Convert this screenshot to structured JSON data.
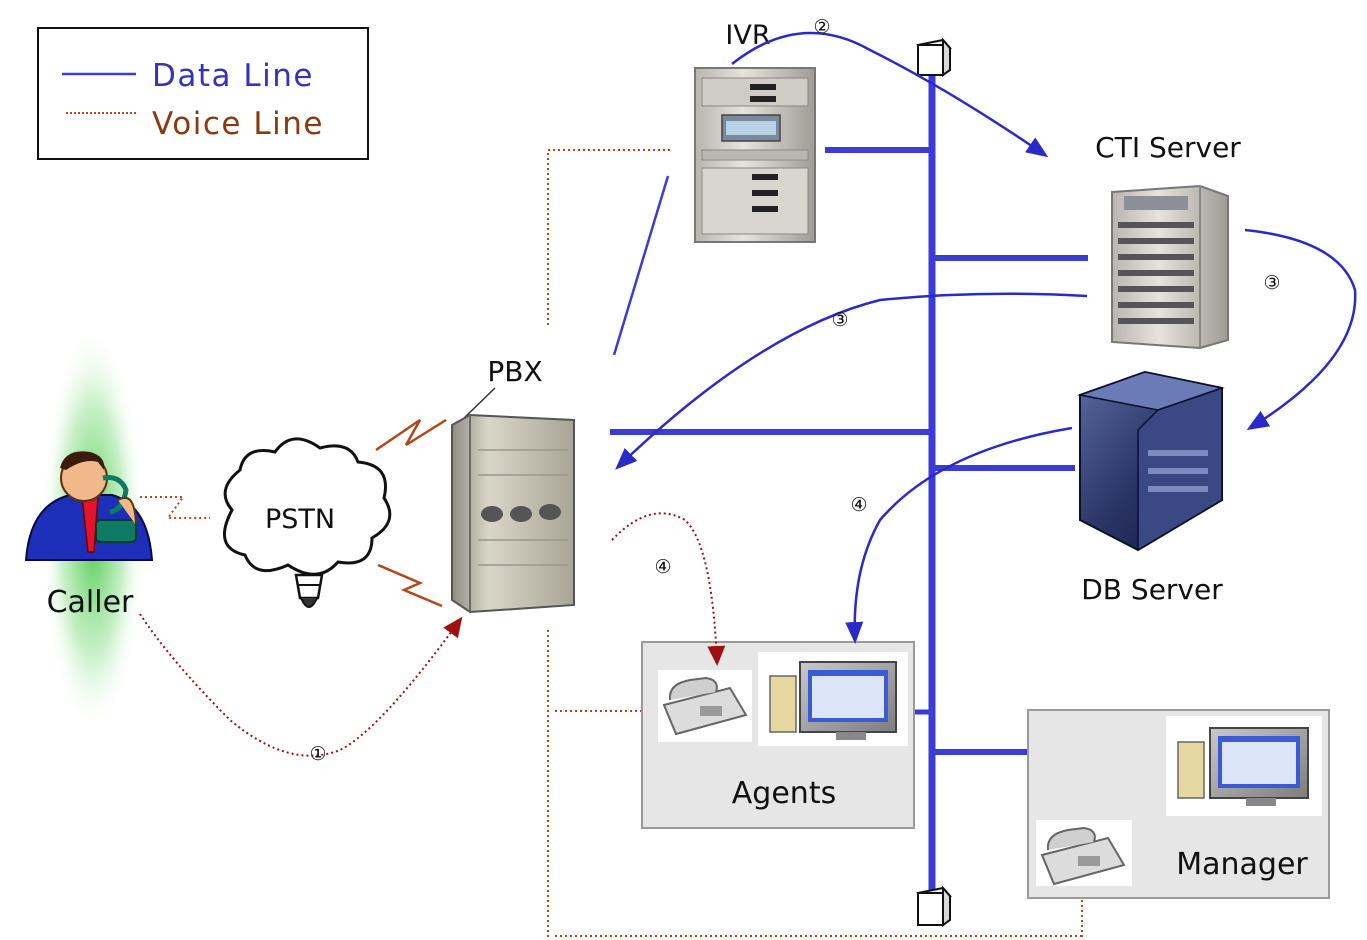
{
  "legend": {
    "data_line": "Data Line",
    "voice_line": "Voice Line"
  },
  "nodes": {
    "caller": "Caller",
    "pstn": "PSTN",
    "pbx": "PBX",
    "ivr": "IVR",
    "cti_server": "CTI Server",
    "db_server": "DB Server",
    "agents": "Agents",
    "manager": "Manager"
  },
  "steps": {
    "s1": "①",
    "s2": "②",
    "s3_left": "③",
    "s3_right": "③",
    "s4_pbx": "④",
    "s4_db": "④"
  },
  "colors": {
    "data_line": "#3b3bd6",
    "voice_line": "#b5451b",
    "legend_data_text": "#3434b8",
    "legend_voice_text": "#8a3a10",
    "arrow_blue": "#2a2ac8",
    "arrow_red": "#a01010"
  }
}
